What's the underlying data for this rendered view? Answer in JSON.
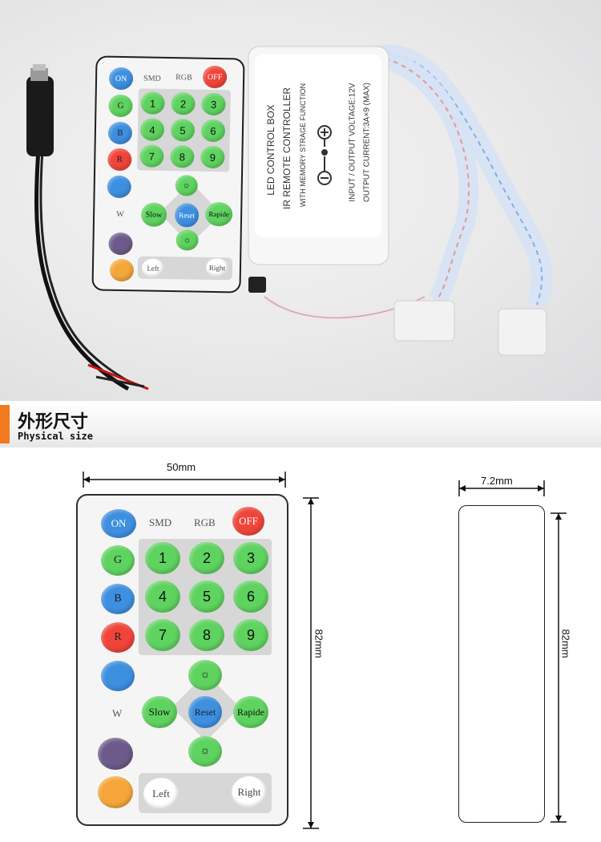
{
  "section": {
    "title_cn": "外形尺寸",
    "title_en": "Physical size"
  },
  "photo": {
    "box_line1": "LED CONTROL BOX",
    "box_line2": "IR REMOTE CONTROLLER",
    "box_line3": "WITH MEMORY STRAGE FUNCTION",
    "box_line4": "INPUT / OUTPUT VOLTAGE:12V",
    "box_line5": "OUTPUT CURRENT:3A×9 (MAX)"
  },
  "remote": {
    "on": "ON",
    "smd": "SMD",
    "rgb": "RGB",
    "off": "OFF",
    "g": "G",
    "b": "B",
    "r": "R",
    "w": "W",
    "digits": [
      "1",
      "2",
      "3",
      "4",
      "5",
      "6",
      "7",
      "8",
      "9"
    ],
    "slow": "Slow",
    "reset": "Reset",
    "rapide": "Rapide",
    "left": "Left",
    "right": "Right"
  },
  "dimensions": {
    "width": "50mm",
    "height_remote": "82mm",
    "thickness": "7.2mm",
    "height_side": "82mm"
  },
  "colors": {
    "accent_orange": "#f07a1d",
    "btn_blue": "#3d8fe0",
    "btn_green": "#5fd35f",
    "btn_red": "#f0443a",
    "btn_purple": "#6d5a8a",
    "btn_orange": "#f5a63a"
  }
}
